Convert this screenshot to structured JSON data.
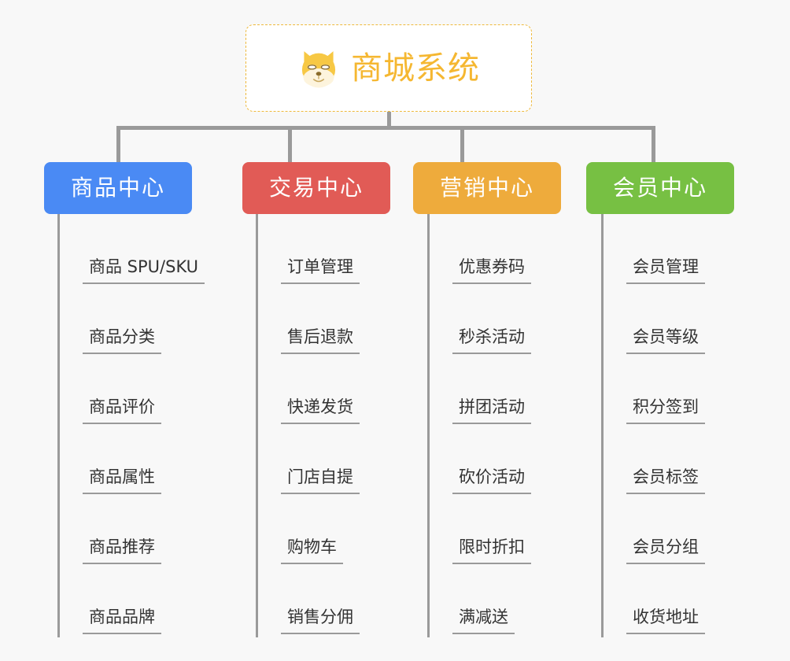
{
  "page": {
    "background_color": "#f8f8f8",
    "line_color": "#9a9a9a"
  },
  "root": {
    "title": "商城系统",
    "icon": "shiba-dog-face-icon",
    "text_color": "#f5b731",
    "border_color": "#eeb93c",
    "background_color": "#ffffff"
  },
  "categories": [
    {
      "label": "商品中心",
      "color": "#4a8af4",
      "items": [
        "商品 SPU/SKU",
        "商品分类",
        "商品评价",
        "商品属性",
        "商品推荐",
        "商品品牌"
      ]
    },
    {
      "label": "交易中心",
      "color": "#e15b56",
      "items": [
        "订单管理",
        "售后退款",
        "快递发货",
        "门店自提",
        "购物车",
        "销售分佣"
      ]
    },
    {
      "label": "营销中心",
      "color": "#eeab3c",
      "items": [
        "优惠券码",
        "秒杀活动",
        "拼团活动",
        "砍价活动",
        "限时折扣",
        "满减送"
      ]
    },
    {
      "label": "会员中心",
      "color": "#77c043",
      "items": [
        "会员管理",
        "会员等级",
        "积分签到",
        "会员标签",
        "会员分组",
        "收货地址"
      ]
    }
  ]
}
